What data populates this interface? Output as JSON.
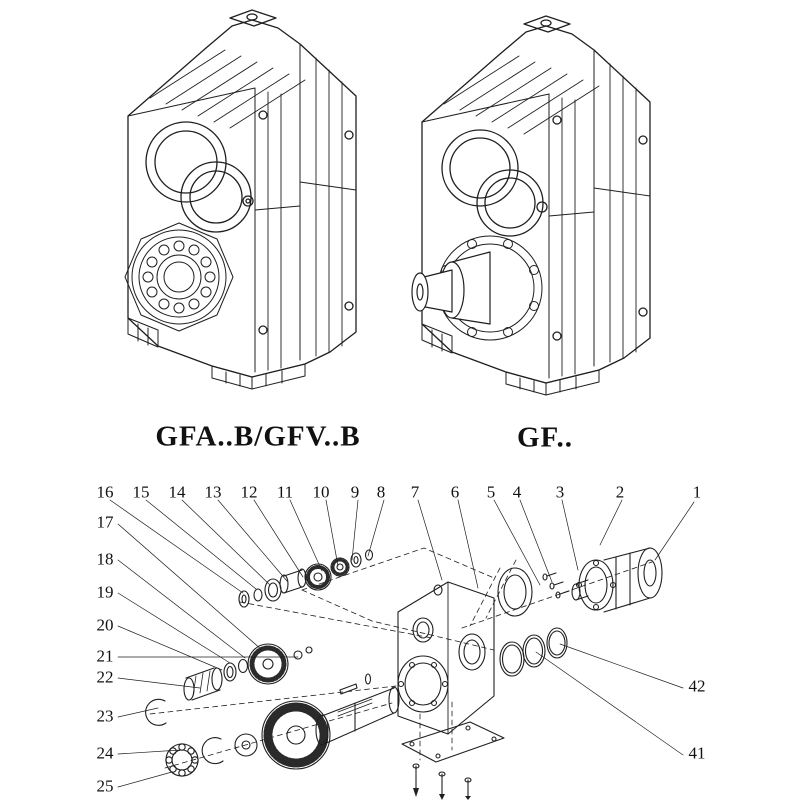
{
  "page": {
    "background": "#ffffff",
    "ink": "#1f1f1f"
  },
  "captions": {
    "left": "GFA..B/GFV..B",
    "right": "GF.."
  },
  "exploded": {
    "top": [
      "16",
      "15",
      "14",
      "13",
      "12",
      "11",
      "10",
      "9",
      "8",
      "7",
      "6",
      "5",
      "4",
      "3",
      "2",
      "1"
    ],
    "left": [
      "17",
      "18",
      "19",
      "20",
      "21",
      "22",
      "23",
      "24",
      "25"
    ],
    "right": [
      "42",
      "41"
    ]
  }
}
